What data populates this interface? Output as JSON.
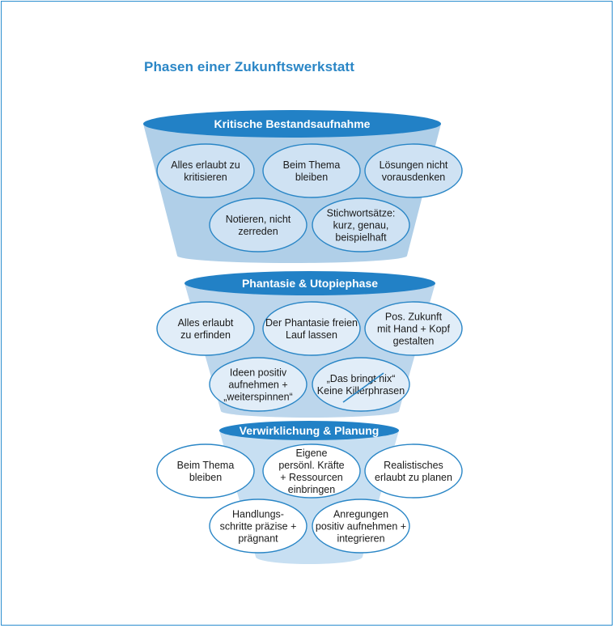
{
  "title": "Phasen einer Zukunftswerkstatt",
  "phases": [
    {
      "title": "Kritische Bestandsaufnahme",
      "bubbles": [
        [
          "Alles erlaubt zu",
          "kritisieren"
        ],
        [
          "Beim Thema",
          "bleiben"
        ],
        [
          "Lösungen nicht",
          "vorausdenken"
        ],
        [
          "Notieren, nicht",
          "zerreden"
        ],
        [
          "Stichwortsätze:",
          "kurz, genau,",
          "beispielhaft"
        ]
      ]
    },
    {
      "title": "Phantasie & Utopiephase",
      "bubbles": [
        [
          "Alles erlaubt",
          "zu erfinden"
        ],
        [
          "Der Phantasie freien",
          "Lauf lassen"
        ],
        [
          "Pos. Zukunft",
          "mit Hand + Kopf",
          "gestalten"
        ],
        [
          "Ideen positiv",
          "aufnehmen +",
          "„weiterspinnen“"
        ],
        [
          "„Das bringt nix“",
          "Keine Killerphrasen"
        ]
      ]
    },
    {
      "title": "Verwirklichung & Planung",
      "bubbles": [
        [
          "Beim Thema",
          "bleiben"
        ],
        [
          "Eigene",
          "persönl. Kräfte",
          "+ Ressourcen",
          "einbringen"
        ],
        [
          "Realistisches",
          "erlaubt zu planen"
        ],
        [
          "Handlungs-",
          "schritte präzise +",
          "prägnant"
        ],
        [
          "Anregungen",
          "positiv aufnehmen +",
          "integrieren"
        ]
      ]
    }
  ],
  "colors": {
    "accent": "#2a86c6",
    "header_fill": "#2281c6",
    "funnel_1": "#b0cfe8",
    "funnel_2": "#bcd6ec",
    "funnel_3": "#c7dff2",
    "bubble_fill_1": "#cfe2f3",
    "bubble_fill_2": "#e1edf8",
    "bubble_fill_3": "#ffffff",
    "bubble_stroke": "#2a86c6"
  }
}
